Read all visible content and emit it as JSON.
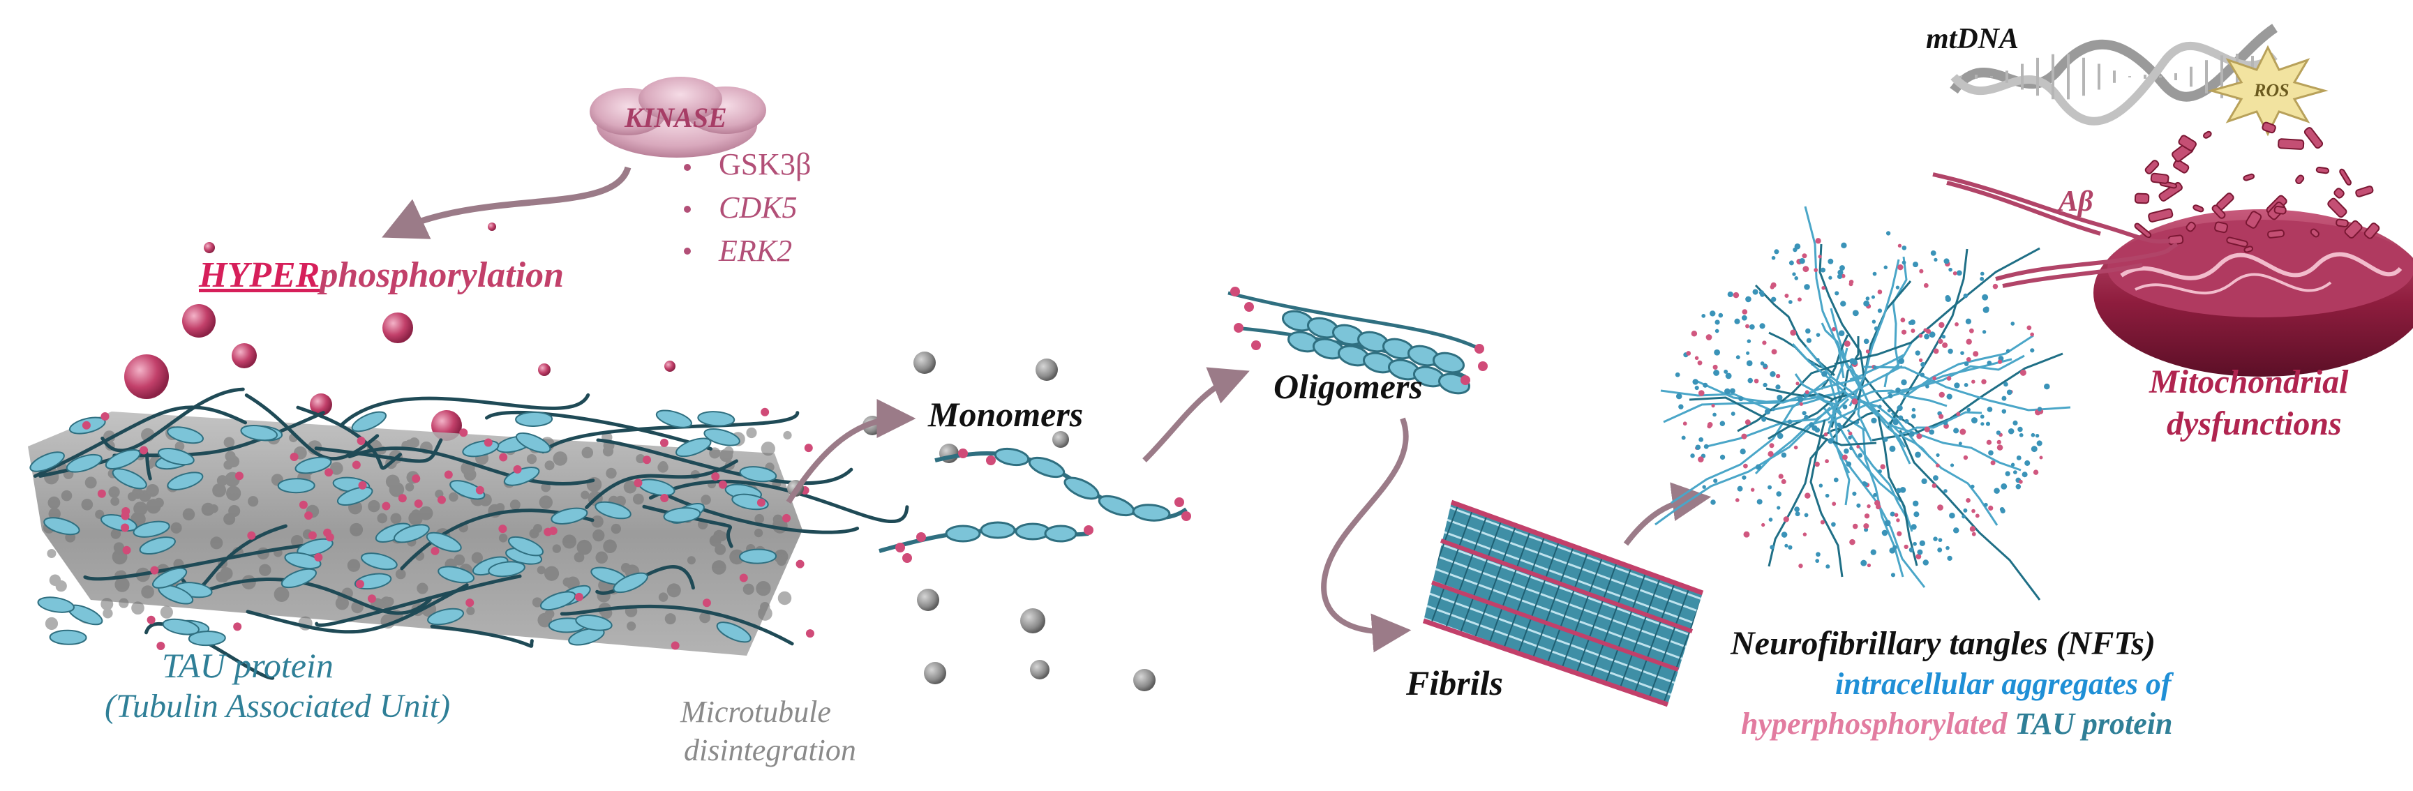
{
  "colors": {
    "tau_blue": "#2f7f97",
    "tau_light": "#7cc4d8",
    "phospho_pink": "#c2406a",
    "kinase_pink": "#b24f77",
    "microtubule_gray": "#7c7c7c",
    "nft_blue": "#1f8fd6",
    "mito_red": "#8f1d3e",
    "dna_gray": "#a8a8a8"
  },
  "kinase": {
    "title": "KINASE",
    "list": [
      "GSK3β",
      "CDK5",
      "ERK2"
    ]
  },
  "hyper": {
    "emph": "HYPER",
    "rest": "phosphorylation"
  },
  "tau": {
    "title": "TAU protein",
    "subtitle": "(Tubulin Associated Unit)"
  },
  "microtubule": {
    "line1": "Microtubule",
    "line2": "disintegration"
  },
  "stages": {
    "monomers": "Monomers",
    "oligomers": "Oligomers",
    "fibrils": "Fibrils"
  },
  "nft": {
    "title": "Neurofibrillary tangles (NFTs)",
    "line2": "intracellular aggregates of",
    "line3_a": "hyperphosphorylated",
    "line3_b": "TAU protein"
  },
  "mito": {
    "mtdna": "mtDNA",
    "ros": "ROS",
    "abeta": "Aβ",
    "line1": "Mitochondrial",
    "line2": "dysfunctions"
  }
}
